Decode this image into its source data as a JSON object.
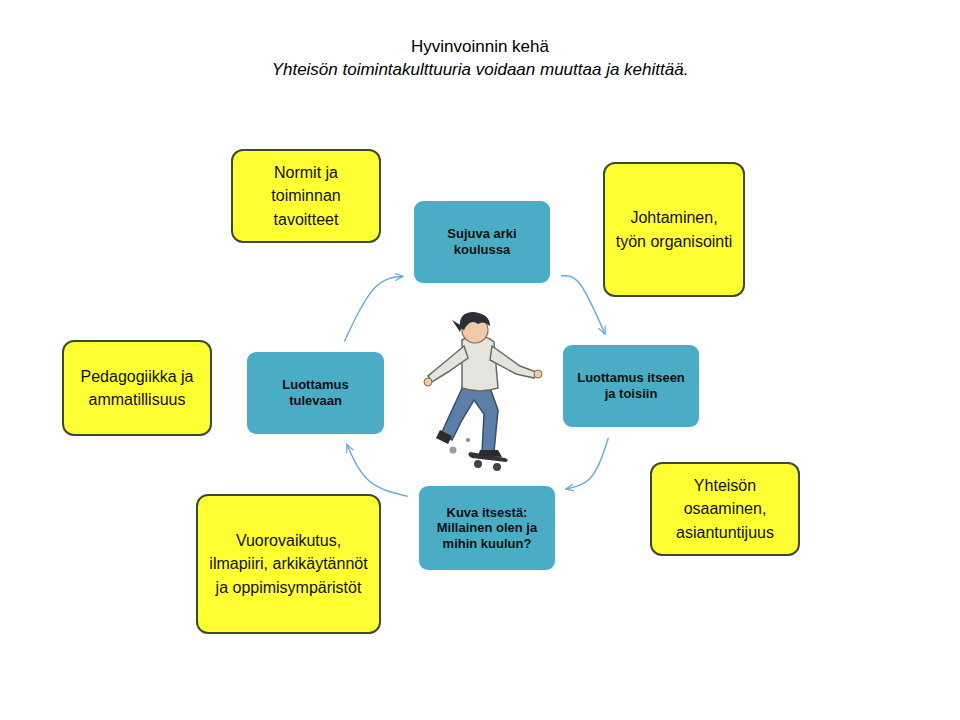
{
  "diagram": {
    "title": "Hyvinvoinnin kehä",
    "nodes": [
      {
        "text": [
          "Normit ja toiminnan tavoitteet"
        ]
      },
      {
        "text": [
          "Sujuva arki koulussa"
        ]
      },
      {
        "text": [
          "Johtaminen, työn organisointi"
        ]
      },
      {
        "text": [
          "Pedagogiikka ja ammatillisuus"
        ]
      },
      {
        "text": [
          "Luottamus tulevaan"
        ]
      },
      {
        "text": [
          "Luottamus itseen ja toisiin"
        ]
      },
      {
        "text": [
          "Yhteisön osaaminen, asiantuntijuus"
        ]
      },
      {
        "text": [
          "Kuva itsestä: Millainen olen ja mihin kuulun?"
        ]
      },
      {
        "text": [
          "Vuorovaikutus, ilmapiiri, arkikäytännöt ja oppimisympäristöt"
        ]
      }
    ],
    "edges": [
      {
        "from": 4,
        "to": 1,
        "arrow": "to"
      },
      {
        "from": 1,
        "to": 5,
        "arrow": "to"
      },
      {
        "from": 5,
        "to": 7,
        "arrow": "to"
      },
      {
        "from": 7,
        "to": 4,
        "arrow": "to"
      }
    ],
    "labels": [
      "Yhteisön toimintakulttuuria voidaan muuttaa ja kehittää."
    ]
  }
}
